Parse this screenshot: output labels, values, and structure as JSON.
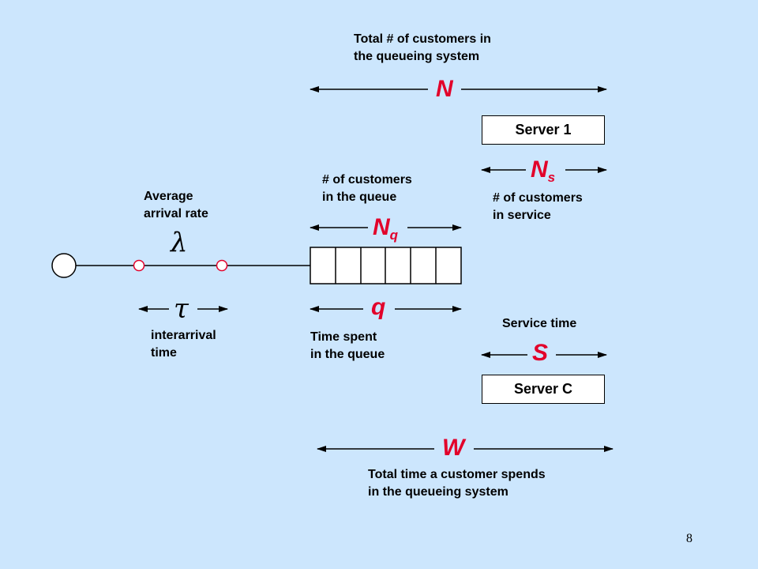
{
  "labels": {
    "total_customers": [
      "Total # of customers in",
      "the queueing system"
    ],
    "customers_in_queue": [
      "# of customers",
      "in the queue"
    ],
    "customers_in_service": [
      "# of customers",
      "in service"
    ],
    "arrival_rate": [
      "Average",
      "arrival rate"
    ],
    "interarrival": [
      "interarrival",
      "time"
    ],
    "time_in_queue": [
      "Time spent",
      "in the queue"
    ],
    "service_time": "Service time",
    "total_time": [
      "Total time a customer spends",
      "in the queueing system"
    ]
  },
  "symbols": {
    "N": "N",
    "Ns_base": "N",
    "Ns_sub": "s",
    "Nq_base": "N",
    "Nq_sub": "q",
    "lambda": "λ",
    "tau": "τ",
    "q": "q",
    "S": "S",
    "W": "W"
  },
  "servers": {
    "first": "Server 1",
    "last": "Server C"
  },
  "page_number": "8",
  "colors": {
    "background": "#cce6fd",
    "symbol": "#e2002a",
    "arrival_marker": "#e2002a"
  }
}
